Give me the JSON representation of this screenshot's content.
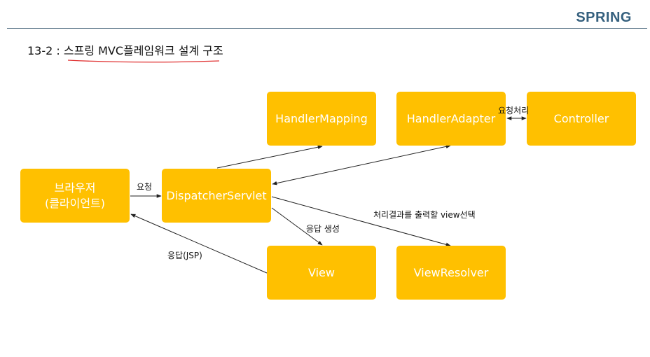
{
  "header": {
    "brand": "SPRING",
    "title": "13-2 : 스프링 MVC플레임워크 설계 구조"
  },
  "diagram": {
    "nodes": {
      "browser": {
        "label": "브라우저",
        "sublabel": "(클라이언트)"
      },
      "dispatcher_servlet": {
        "label": "DispatcherServlet"
      },
      "handler_mapping": {
        "label": "HandlerMapping"
      },
      "handler_adapter": {
        "label": "HandlerAdapter"
      },
      "controller": {
        "label": "Controller"
      },
      "view": {
        "label": "View"
      },
      "view_resolver": {
        "label": "ViewResolver"
      }
    },
    "edge_labels": {
      "request": "요청",
      "process_request": "요청처리",
      "select_view": "처리결과를 출력할 view선택",
      "create_response": "응답 생성",
      "response_jsp": "응답(JSP)"
    }
  },
  "colors": {
    "box_fill": "#ffc000",
    "box_text": "#ffffff",
    "brand": "#35607e",
    "title_underline": "#e03030"
  }
}
